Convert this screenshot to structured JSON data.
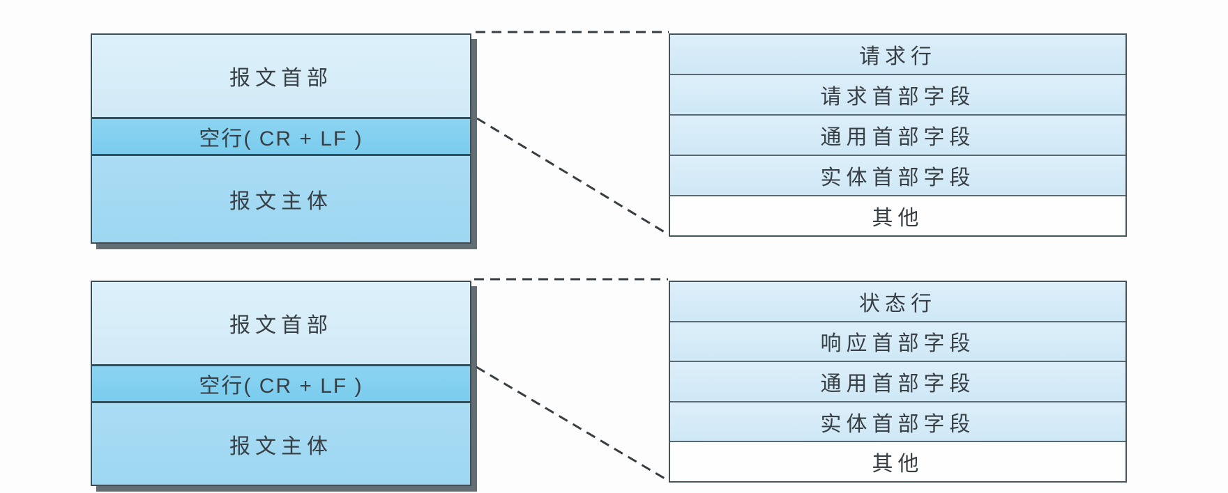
{
  "request_diagram": {
    "message_box": {
      "header": "报文首部",
      "blank_line": "空行( CR + LF )",
      "body": "报文主体"
    },
    "detail_box": {
      "rows": [
        "请求行",
        "请求首部字段",
        "通用首部字段",
        "实体首部字段",
        "其他"
      ]
    }
  },
  "response_diagram": {
    "message_box": {
      "header": "报文首部",
      "blank_line": "空行( CR + LF )",
      "body": "报文主体"
    },
    "detail_box": {
      "rows": [
        "状态行",
        "响应首部字段",
        "通用首部字段",
        "实体首部字段",
        "其他"
      ]
    }
  },
  "colors": {
    "header_fill": "#d7ecf8",
    "blank_line_fill": "#7fcfef",
    "body_fill": "#a5daf3",
    "detail_row_fill": "#d7ecf8",
    "other_row_fill": "#fefefe",
    "box_border": "#3e4d56",
    "row_separator": "#5a6a74",
    "shadow": "#636e74",
    "dashed_line": "#383d41",
    "text": "#383f44",
    "background": "#fdfdfd"
  }
}
